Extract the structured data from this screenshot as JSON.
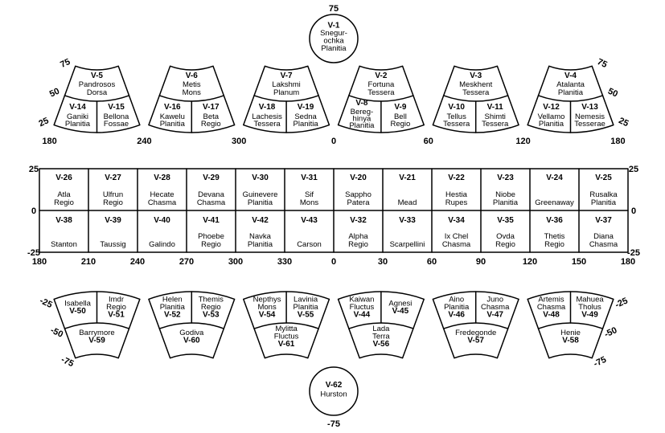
{
  "north_pole_quad": {
    "lat_label": "75",
    "id": "V-1",
    "name_lines": [
      "Snegur-",
      "ochka",
      "Planitia"
    ]
  },
  "south_pole_quad": {
    "lat_label": "-75",
    "id": "V-62",
    "name_lines": [
      "Hurston"
    ]
  },
  "north_band": {
    "lat_labels": [
      "75",
      "50",
      "25"
    ],
    "lon_labels": [
      "180",
      "240",
      "300",
      "0",
      "60",
      "120",
      "180"
    ],
    "fans": [
      {
        "top": {
          "id": "V-5",
          "name_lines": [
            "Pandrosos",
            "Dorsa"
          ]
        },
        "bottom_left": {
          "id": "V-14",
          "name_lines": [
            "Ganiki",
            "Planitia"
          ]
        },
        "bottom_right": {
          "id": "V-15",
          "name_lines": [
            "Bellona",
            "Fossae"
          ]
        }
      },
      {
        "top": {
          "id": "V-6",
          "name_lines": [
            "Metis",
            "Mons"
          ]
        },
        "bottom_left": {
          "id": "V-16",
          "name_lines": [
            "Kawelu",
            "Planitia"
          ]
        },
        "bottom_right": {
          "id": "V-17",
          "name_lines": [
            "Beta",
            "Regio"
          ]
        }
      },
      {
        "top": {
          "id": "V-7",
          "name_lines": [
            "Lakshmi",
            "Planum"
          ]
        },
        "bottom_left": {
          "id": "V-18",
          "name_lines": [
            "Lachesis",
            "Tessera"
          ]
        },
        "bottom_right": {
          "id": "V-19",
          "name_lines": [
            "Sedna",
            "Planitia"
          ]
        }
      },
      {
        "top": {
          "id": "V-2",
          "name_lines": [
            "Fortuna",
            "Tessera"
          ]
        },
        "bottom_left": {
          "id": "V-8",
          "name_lines": [
            "Bereg-",
            "hinya",
            "Planitia"
          ]
        },
        "bottom_right": {
          "id": "V-9",
          "name_lines": [
            "Bell",
            "Regio"
          ]
        }
      },
      {
        "top": {
          "id": "V-3",
          "name_lines": [
            "Meskhent",
            "Tessera"
          ]
        },
        "bottom_left": {
          "id": "V-10",
          "name_lines": [
            "Tellus",
            "Tessera"
          ]
        },
        "bottom_right": {
          "id": "V-11",
          "name_lines": [
            "Shimti",
            "Tessera"
          ]
        }
      },
      {
        "top": {
          "id": "V-4",
          "name_lines": [
            "Atalanta",
            "Planitia"
          ]
        },
        "bottom_left": {
          "id": "V-12",
          "name_lines": [
            "Vellamo",
            "Planitia"
          ]
        },
        "bottom_right": {
          "id": "V-13",
          "name_lines": [
            "Nemesis",
            "Tesserae"
          ]
        }
      }
    ]
  },
  "equatorial_band": {
    "lat_labels": [
      "25",
      "0",
      "-25"
    ],
    "lon_labels": [
      "180",
      "210",
      "240",
      "270",
      "300",
      "330",
      "0",
      "30",
      "60",
      "90",
      "120",
      "150",
      "180"
    ],
    "top_row": [
      {
        "id": "V-26",
        "name_lines": [
          "Atla",
          "Regio"
        ]
      },
      {
        "id": "V-27",
        "name_lines": [
          "Ulfrun",
          "Regio"
        ]
      },
      {
        "id": "V-28",
        "name_lines": [
          "Hecate",
          "Chasma"
        ]
      },
      {
        "id": "V-29",
        "name_lines": [
          "Devana",
          "Chasma"
        ]
      },
      {
        "id": "V-30",
        "name_lines": [
          "Guinevere",
          "Planitia"
        ]
      },
      {
        "id": "V-31",
        "name_lines": [
          "Sif",
          "Mons"
        ]
      },
      {
        "id": "V-20",
        "name_lines": [
          "Sappho",
          "Patera"
        ]
      },
      {
        "id": "V-21",
        "name_lines": [
          "Mead"
        ]
      },
      {
        "id": "V-22",
        "name_lines": [
          "Hestia",
          "Rupes"
        ]
      },
      {
        "id": "V-23",
        "name_lines": [
          "Niobe",
          "Planitia"
        ]
      },
      {
        "id": "V-24",
        "name_lines": [
          "Greenaway"
        ]
      },
      {
        "id": "V-25",
        "name_lines": [
          "Rusalka",
          "Planitia"
        ]
      }
    ],
    "bottom_row": [
      {
        "id": "V-38",
        "name_lines": [
          "Stanton"
        ]
      },
      {
        "id": "V-39",
        "name_lines": [
          "Taussig"
        ]
      },
      {
        "id": "V-40",
        "name_lines": [
          "Galindo"
        ]
      },
      {
        "id": "V-41",
        "name_lines": [
          "Phoebe",
          "Regio"
        ]
      },
      {
        "id": "V-42",
        "name_lines": [
          "Navka",
          "Planitia"
        ]
      },
      {
        "id": "V-43",
        "name_lines": [
          "Carson"
        ]
      },
      {
        "id": "V-32",
        "name_lines": [
          "Alpha",
          "Regio"
        ]
      },
      {
        "id": "V-33",
        "name_lines": [
          "Scarpellini"
        ]
      },
      {
        "id": "V-34",
        "name_lines": [
          "Ix Chel",
          "Chasma"
        ]
      },
      {
        "id": "V-35",
        "name_lines": [
          "Ovda",
          "Regio"
        ]
      },
      {
        "id": "V-36",
        "name_lines": [
          "Thetis",
          "Regio"
        ]
      },
      {
        "id": "V-37",
        "name_lines": [
          "Diana",
          "Chasma"
        ]
      }
    ]
  },
  "south_band": {
    "lat_labels": [
      "-25",
      "-50",
      "-75"
    ],
    "fans": [
      {
        "top_left": {
          "id": "V-50",
          "name_lines": [
            "Isabella"
          ]
        },
        "top_right": {
          "id": "V-51",
          "name_lines": [
            "Imdr",
            "Regio"
          ]
        },
        "bottom": {
          "id": "V-59",
          "name_lines": [
            "Barrymore"
          ]
        }
      },
      {
        "top_left": {
          "id": "V-52",
          "name_lines": [
            "Helen",
            "Planitia"
          ]
        },
        "top_right": {
          "id": "V-53",
          "name_lines": [
            "Themis",
            "Regio"
          ]
        },
        "bottom": {
          "id": "V-60",
          "name_lines": [
            "Godiva"
          ]
        }
      },
      {
        "top_left": {
          "id": "V-54",
          "name_lines": [
            "Nepthys",
            "Mons"
          ]
        },
        "top_right": {
          "id": "V-55",
          "name_lines": [
            "Lavinia",
            "Planitia"
          ]
        },
        "bottom": {
          "id": "V-61",
          "name_lines": [
            "Mylitta",
            "Fluctus"
          ]
        }
      },
      {
        "top_left": {
          "id": "V-44",
          "name_lines": [
            "Kaiwan",
            "Fluctus"
          ]
        },
        "top_right": {
          "id": "V-45",
          "name_lines": [
            "Agnesi"
          ]
        },
        "bottom": {
          "id": "V-56",
          "name_lines": [
            "Lada",
            "Terra"
          ]
        }
      },
      {
        "top_left": {
          "id": "V-46",
          "name_lines": [
            "Aino",
            "Planitia"
          ]
        },
        "top_right": {
          "id": "V-47",
          "name_lines": [
            "Juno",
            "Chasma"
          ]
        },
        "bottom": {
          "id": "V-57",
          "name_lines": [
            "Fredegonde"
          ]
        }
      },
      {
        "top_left": {
          "id": "V-48",
          "name_lines": [
            "Artemis",
            "Chasma"
          ]
        },
        "top_right": {
          "id": "V-49",
          "name_lines": [
            "Mahuea",
            "Tholus"
          ]
        },
        "bottom": {
          "id": "V-58",
          "name_lines": [
            "Henie"
          ]
        }
      }
    ]
  }
}
